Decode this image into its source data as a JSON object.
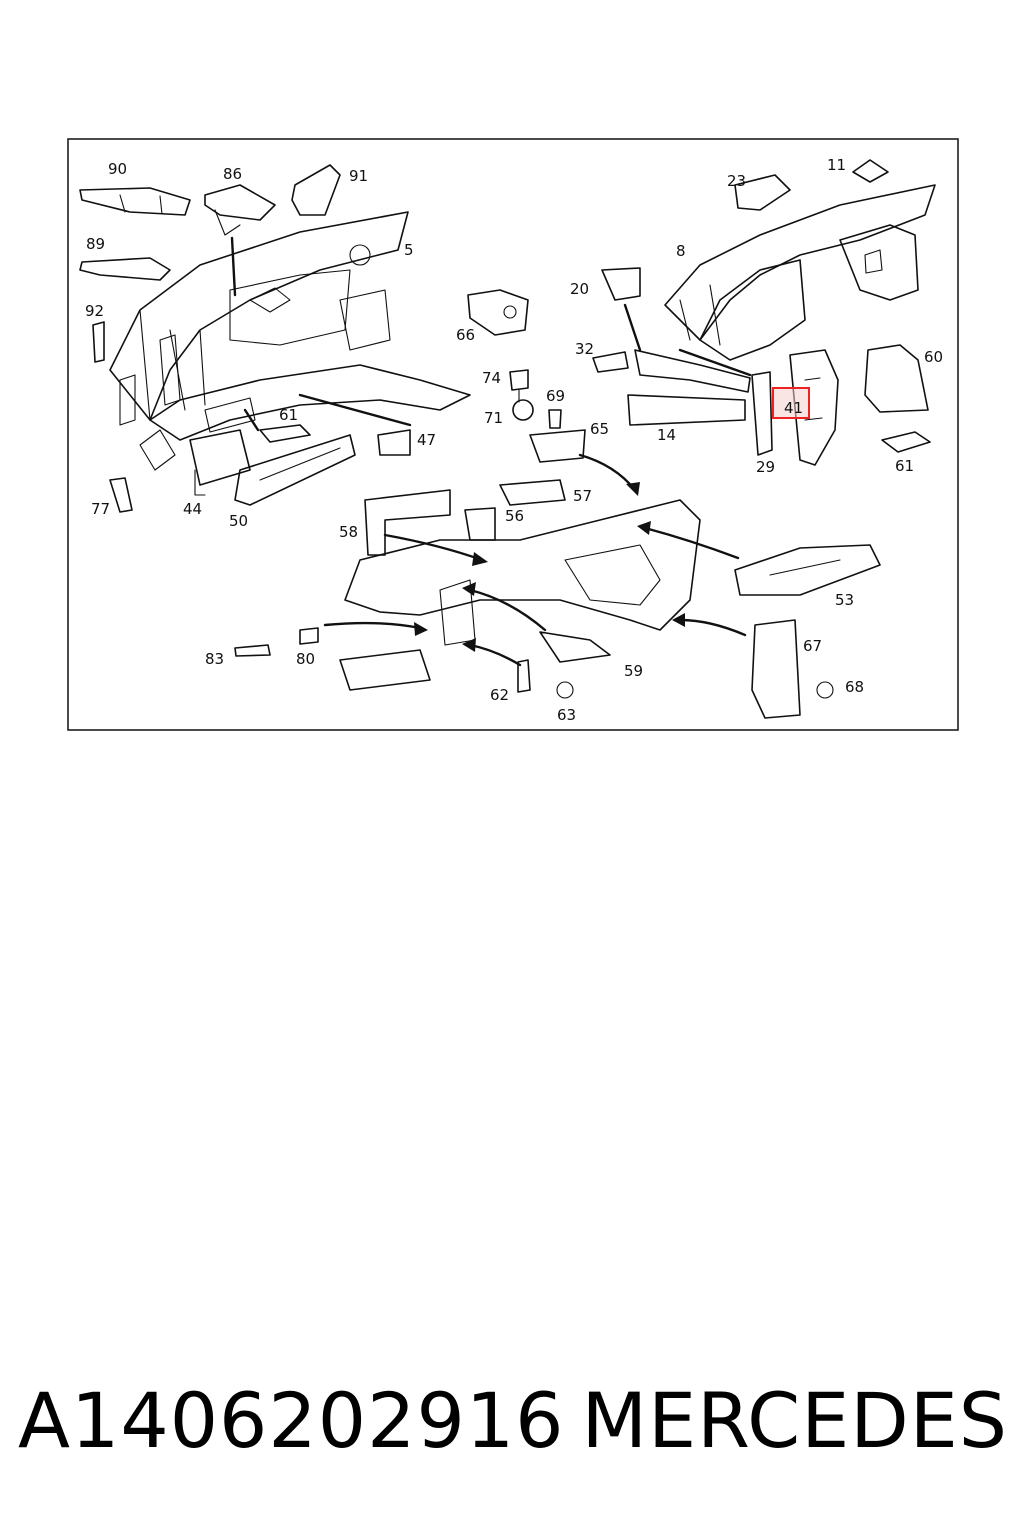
{
  "callouts": [
    "90",
    "86",
    "91",
    "5",
    "89",
    "92",
    "61",
    "47",
    "77",
    "44",
    "50",
    "66",
    "74",
    "71",
    "69",
    "65",
    "57",
    "56",
    "58",
    "83",
    "80",
    "62",
    "63",
    "59",
    "23",
    "11",
    "8",
    "20",
    "32",
    "14",
    "29",
    "41",
    "60",
    "61",
    "53",
    "67",
    "68"
  ],
  "highlighted_callout": "41",
  "caption": {
    "part_number": "A1406202916",
    "brand": "MERCEDES"
  }
}
